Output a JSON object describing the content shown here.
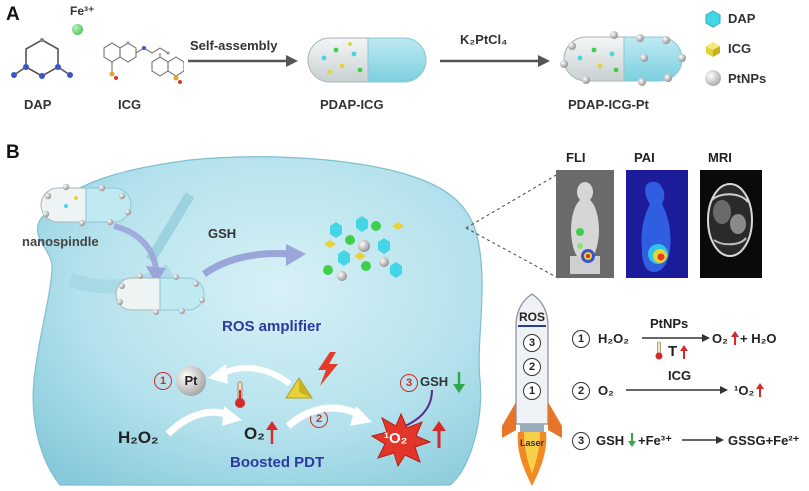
{
  "panel_a": {
    "letter": "A",
    "dap_label": "DAP",
    "fe_label": "Fe³⁺",
    "icg_label": "ICG",
    "arrow1_label": "Self-assembly",
    "pdap_icg_label": "PDAP-ICG",
    "arrow2_label": "K₂PtCl₄",
    "pdap_icg_pt_label": "PDAP-ICG-Pt",
    "legend": [
      {
        "label": "DAP",
        "icon": "cyan-hexagon-icon",
        "color": "#43d6e6"
      },
      {
        "label": "ICG",
        "icon": "yellow-cube-icon",
        "color": "#e8d23a"
      },
      {
        "label": "PtNPs",
        "icon": "grey-sphere-icon",
        "color": "#9a9a9a"
      }
    ]
  },
  "panel_b": {
    "letter": "B",
    "nanospindle_label": "nanospindle",
    "gsh_label": "GSH",
    "ros_amplifier_label": "ROS amplifier",
    "pt_label": "Pt",
    "num1": "1",
    "num2": "2",
    "num3": "3",
    "gsh_down_label": "GSH",
    "h2o2_label": "H₂O₂",
    "o2_label": "O₂",
    "singlet_o2_label": "¹O₂",
    "boosted_label": "Boosted PDT",
    "imaging": [
      {
        "label": "FLI"
      },
      {
        "label": "PAI"
      },
      {
        "label": "MRI"
      }
    ],
    "rocket": {
      "ros_label": "ROS",
      "stages": [
        "3",
        "2",
        "1"
      ],
      "laser_label": "Laser"
    },
    "equations": {
      "eq1_num": "1",
      "eq1_left": "H₂O₂",
      "eq1_catalyst": "PtNPs",
      "eq1_condition": "T",
      "eq1_right_o2": "O₂",
      "eq1_right_h2o": "+ H₂O",
      "eq2_num": "2",
      "eq2_left": "O₂",
      "eq2_catalyst": "ICG",
      "eq2_right": "¹O₂",
      "eq3_num": "3",
      "eq3_gsh": "GSH",
      "eq3_fe": "+Fe³⁺",
      "eq3_right": "GSSG+Fe²⁺"
    }
  },
  "colors": {
    "tumor": "#b8e4ee",
    "tumor_dark": "#7fc5d6",
    "red_arrow": "#d42a2a",
    "green_arrow": "#2ea84a",
    "blue_text": "#2b3aa0",
    "dap": "#43d6e6",
    "icg": "#e8d23a",
    "fe": "#3fcf4a",
    "pt": "#9a9a9a"
  }
}
